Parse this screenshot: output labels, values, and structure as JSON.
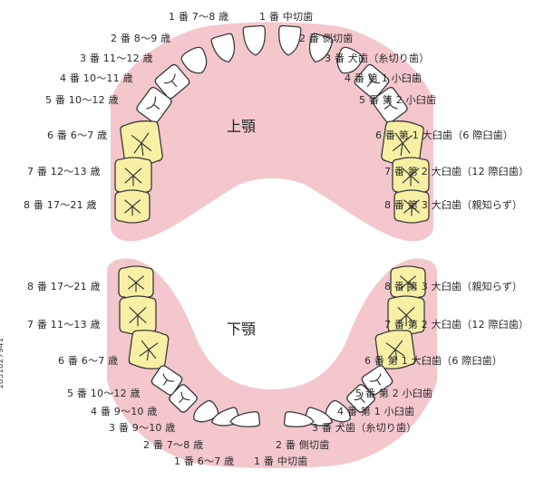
{
  "colors": {
    "gum": "#f3c7cc",
    "molar_fill": "#f7f0a4",
    "front_fill": "#ffffff",
    "outline": "#3a3a3a",
    "text": "#2a2a2a"
  },
  "upper": {
    "title": "上顎",
    "left_labels": [
      "1 番 7～8 歳",
      "2 番 8～9 歳",
      "3 番 11～12 歳",
      "4 番 10～11 歳",
      "5 番 10～12 歳",
      "6 番 6～7 歳",
      "7 番 12～13 歳",
      "8 番 17～21 歳"
    ],
    "right_labels": [
      "1 番 中切歯",
      "2 番 側切歯",
      "3 番 犬歯（糸切り歯）",
      "4 番 第 1 小臼歯",
      "5 番 第 2 小臼歯",
      "6 番 第 1 大臼歯（6 際臼歯）",
      "7 番 第 2 大臼歯（12 際臼歯）",
      "8 番 第 3 大臼歯（親知らず）"
    ]
  },
  "lower": {
    "title": "下顎",
    "left_labels": [
      "8 番 17～21 歳",
      "7 番 11～13 歳",
      "6 番 6～7 歳",
      "5 番 10～12 歳",
      "4 番 9～10 歳",
      "3 番 9～10 歳",
      "2 番 7～8 歳",
      "1 番 6～7 歳"
    ],
    "right_labels": [
      "8 番 第 3 大臼歯（親知らず）",
      "7 番 第 2 大臼歯（12 際臼歯）",
      "6 番 第 1 大臼歯（6 際臼歯）",
      "5 番 第 2 小臼歯",
      "4 番 第 1 小臼歯",
      "3 番 犬歯（糸切り歯）",
      "2 番 側切歯",
      "1 番 中切歯"
    ]
  },
  "side_id": "1831827941"
}
